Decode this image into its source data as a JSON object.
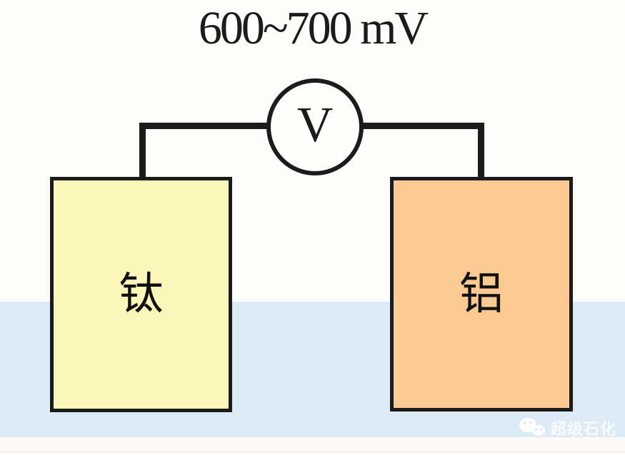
{
  "title": "600~700 mV",
  "voltmeter": {
    "label": "V"
  },
  "electrodes": {
    "left": {
      "label": "钛",
      "fill": "#FBF6B9"
    },
    "right": {
      "label": "铝",
      "fill": "#FACA92"
    }
  },
  "watermark": {
    "text": "超级石化",
    "icon": "wechat-chat-bubbles-icon"
  },
  "colors": {
    "background": "#FDFDFB",
    "water": "#DCEBF5",
    "wire": "#1B1B1B",
    "bottom_strip": "#FBFAF6"
  }
}
